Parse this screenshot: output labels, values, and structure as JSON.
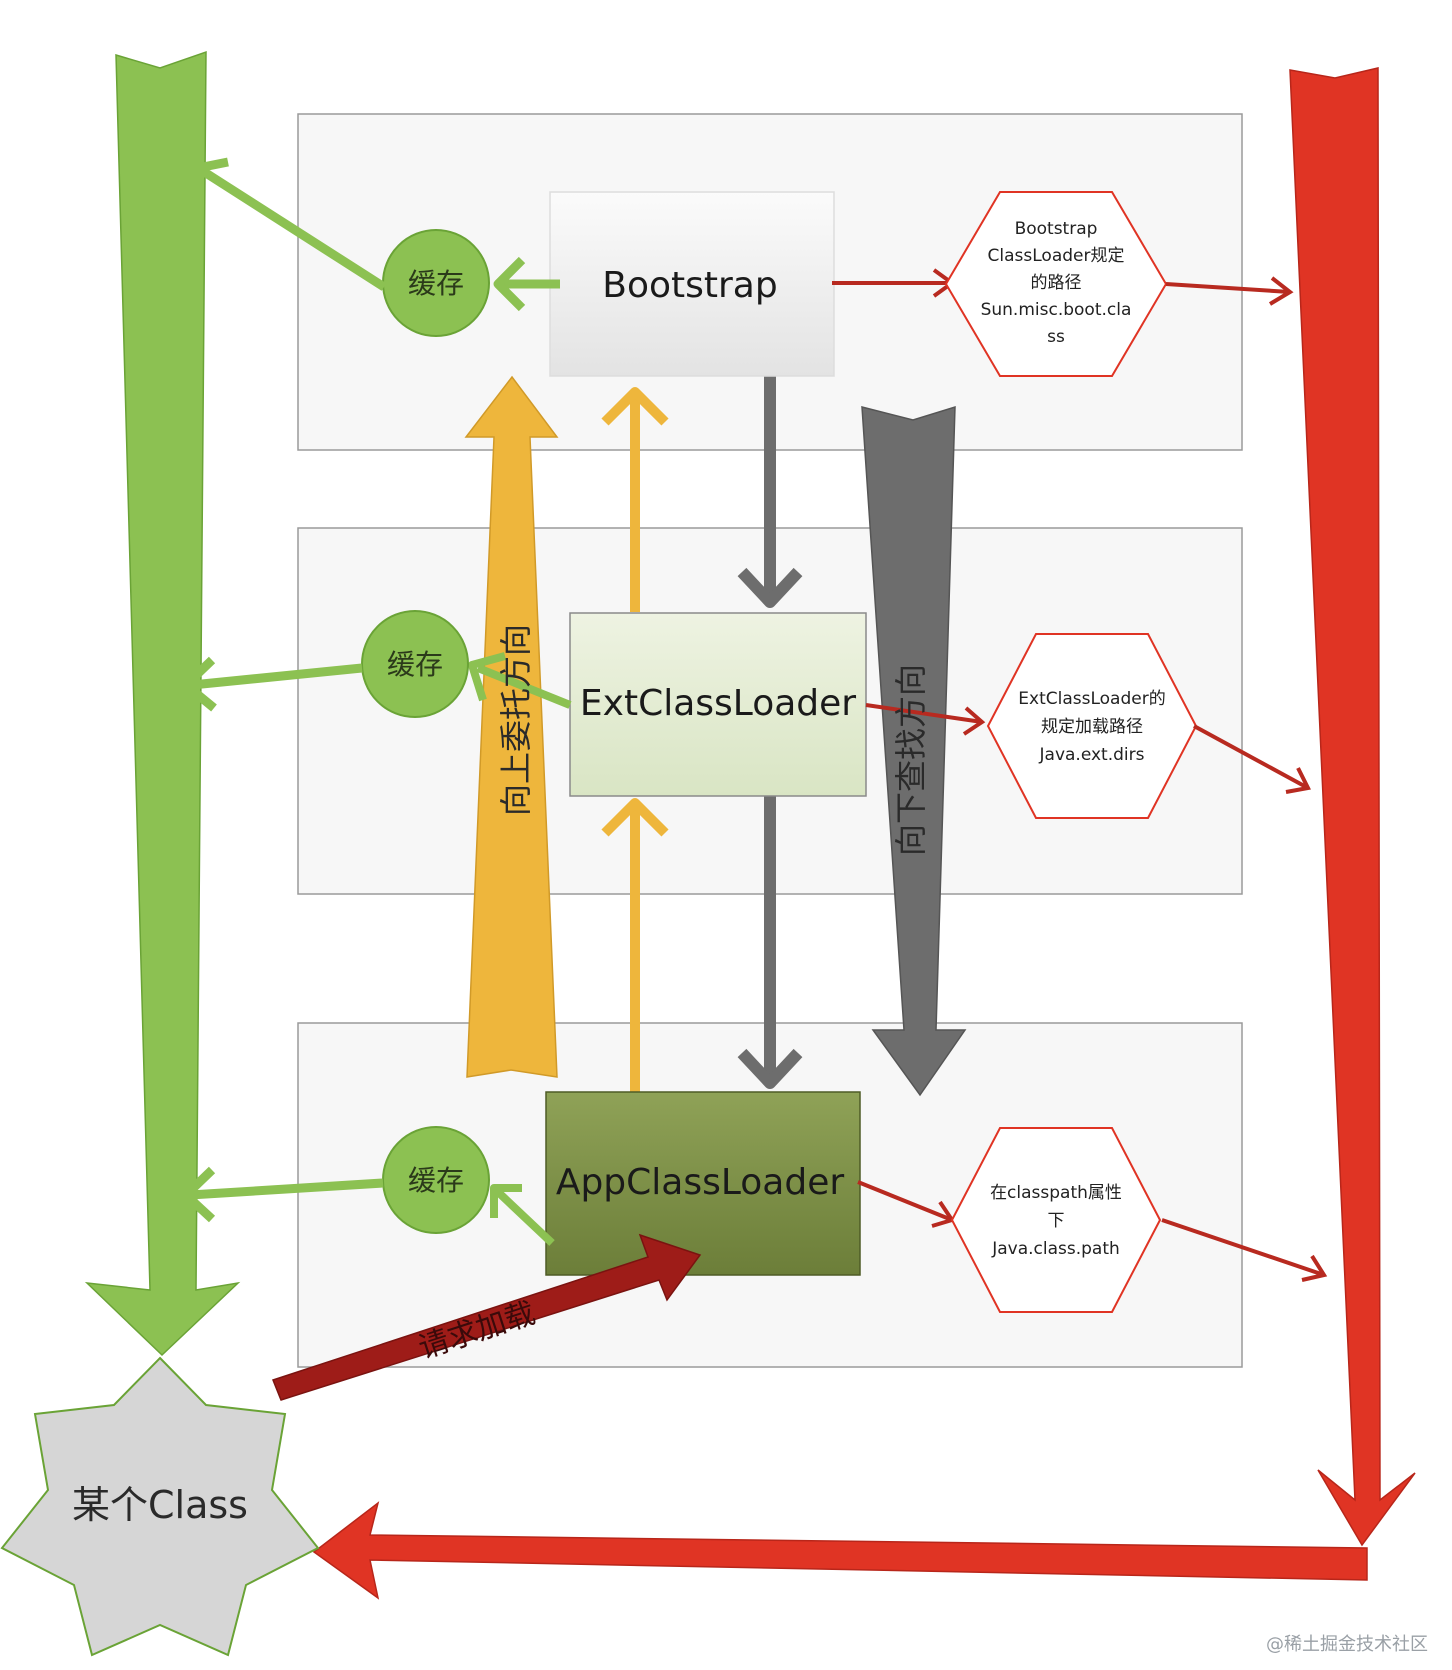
{
  "layers": {
    "bootstrap": {
      "loader_label": "Bootstrap",
      "cache_label": "缓存",
      "path_lines": [
        "Bootstrap",
        "ClassLoader规定",
        "的路径",
        "Sun.misc.boot.cla",
        "ss"
      ]
    },
    "ext": {
      "loader_label": "ExtClassLoader",
      "cache_label": "缓存",
      "path_lines": [
        "ExtClassLoader的",
        "规定加载路径",
        "Java.ext.dirs"
      ]
    },
    "app": {
      "loader_label": "AppClassLoader",
      "cache_label": "缓存",
      "path_lines": [
        "在classpath属性",
        "下",
        "Java.class.path"
      ]
    }
  },
  "upward_label": "向上委托方向",
  "downward_label": "向下查找方向",
  "request_label": "请求加载",
  "target_label": "某个Class",
  "watermark": "@稀土掘金技术社区",
  "colors": {
    "green": "#8cc152",
    "green_dark": "#5a9a2a",
    "red": "#e03424",
    "dark_red": "#9e1c18",
    "orange": "#eeb63c",
    "gray": "#6d6d6d",
    "star": "#d6d6d6"
  }
}
